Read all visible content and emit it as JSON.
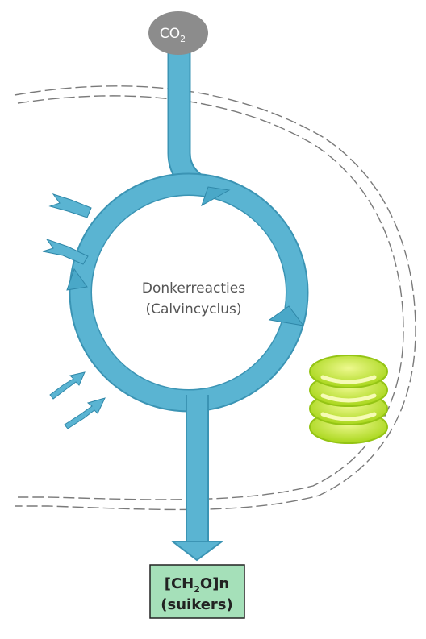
{
  "input": {
    "main": "CO",
    "sub": "2"
  },
  "cycle": {
    "line1": "Donkerreacties",
    "line2": "(Calvincyclus)"
  },
  "product": {
    "line1_a": "[CH",
    "line1_sub": "2",
    "line1_b": "O]n",
    "line2": "(suikers)"
  },
  "colors": {
    "pathway": "#5ab4d2",
    "pathway_dark": "#3b94b4",
    "co2_badge": "#8c8c8c",
    "product_box": "#a5e0b9",
    "granum": "#b8e022",
    "granum_light": "#e9f78a"
  },
  "icons": [
    "co2-badge",
    "thylakoid-stack-icon"
  ]
}
